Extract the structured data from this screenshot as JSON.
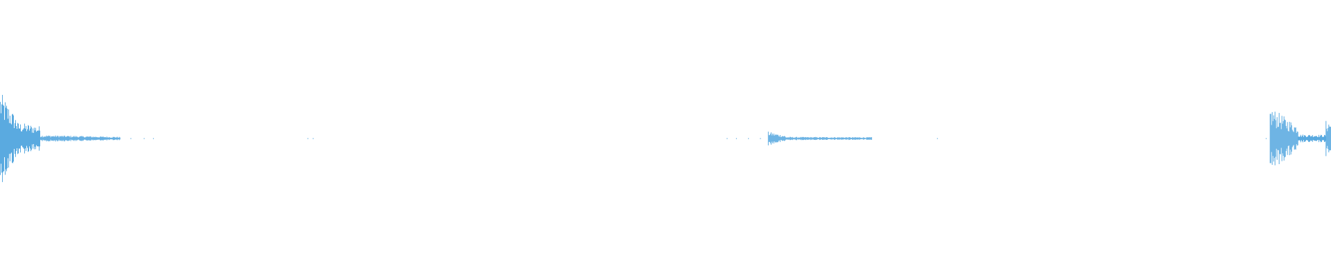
{
  "waveform": {
    "color": "#5aaae0",
    "background": "#ffffff",
    "segments": [
      {
        "start": 0.0,
        "end": 0.012,
        "peak": 0.34,
        "decay": 0.55
      },
      {
        "start": 0.012,
        "end": 0.03,
        "peak": 0.12,
        "decay": 0.25
      },
      {
        "start": 0.03,
        "end": 0.09,
        "peak": 0.025,
        "decay": 0.5
      },
      {
        "start": 0.577,
        "end": 0.59,
        "peak": 0.05,
        "decay": 0.6
      },
      {
        "start": 0.59,
        "end": 0.655,
        "peak": 0.012,
        "decay": 0.2
      },
      {
        "start": 0.954,
        "end": 0.975,
        "peak": 0.23,
        "decay": 0.6
      },
      {
        "start": 0.975,
        "end": 0.996,
        "peak": 0.03,
        "decay": 0.1
      },
      {
        "start": 0.996,
        "end": 1.0,
        "peak": 0.13,
        "decay": 0.0
      }
    ],
    "specks": [
      0.098,
      0.108,
      0.115,
      0.231,
      0.235,
      0.546,
      0.553,
      0.562,
      0.571,
      0.633,
      0.644,
      0.652,
      0.704,
      0.951
    ]
  }
}
